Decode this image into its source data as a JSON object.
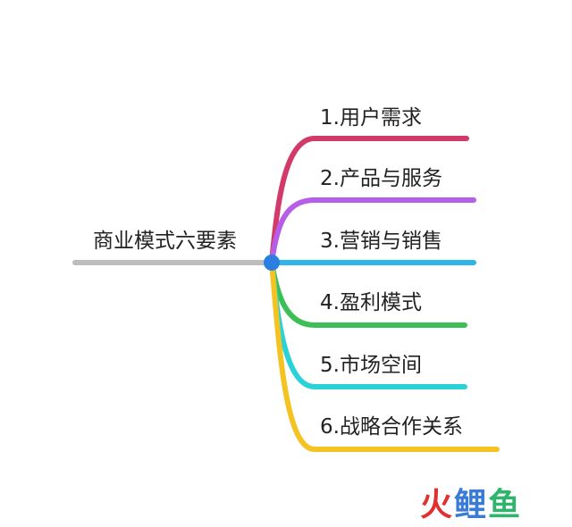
{
  "root": {
    "label": "商业模式六要素",
    "color": "#bdbdbd",
    "node_color": "#2a7fe0"
  },
  "branches": [
    {
      "label": "1.用户需求",
      "color": "#d23a6a"
    },
    {
      "label": "2.产品与服务",
      "color": "#b65ee8"
    },
    {
      "label": "3.营销与销售",
      "color": "#2eb6e8"
    },
    {
      "label": "4.盈利模式",
      "color": "#3cbf55"
    },
    {
      "label": "5.市场空间",
      "color": "#2ad2d8"
    },
    {
      "label": "6.战略合作关系",
      "color": "#f4c322"
    }
  ],
  "watermark": {
    "part1": "火",
    "part2": "鲤",
    "part3": "鱼"
  }
}
